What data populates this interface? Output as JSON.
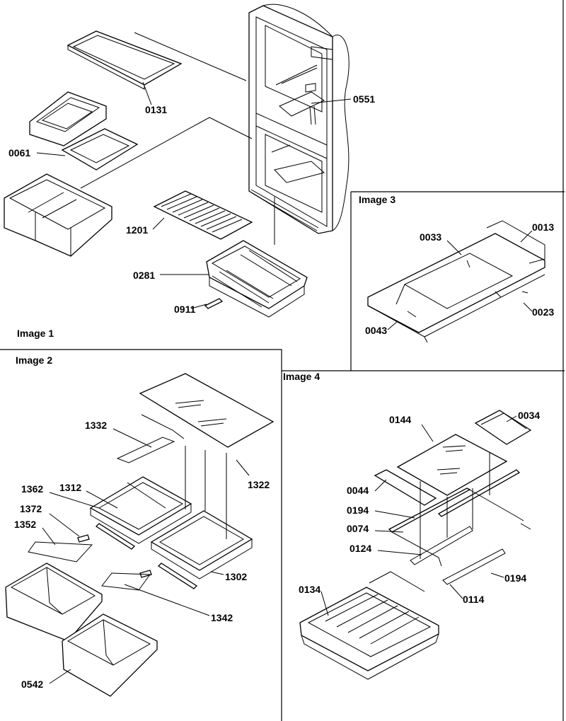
{
  "panels": {
    "image1": {
      "title": "Image 1"
    },
    "image2": {
      "title": "Image 2"
    },
    "image3": {
      "title": "Image 3"
    },
    "image4": {
      "title": "Image 4"
    }
  },
  "parts": {
    "p0131": "0131",
    "p0551": "0551",
    "p0061": "0061",
    "p1201": "1201",
    "p0281": "0281",
    "p0911": "0911",
    "p0033": "0033",
    "p0013": "0013",
    "p0023": "0023",
    "p0043": "0043",
    "p1332": "1332",
    "p1322": "1322",
    "p1362": "1362",
    "p1312": "1312",
    "p1372": "1372",
    "p1352": "1352",
    "p1302": "1302",
    "p1342": "1342",
    "p0542": "0542",
    "p0144": "0144",
    "p0034": "0034",
    "p0044": "0044",
    "p0194a": "0194",
    "p0074": "0074",
    "p0124": "0124",
    "p0194b": "0194",
    "p0134": "0134",
    "p0114": "0114"
  }
}
